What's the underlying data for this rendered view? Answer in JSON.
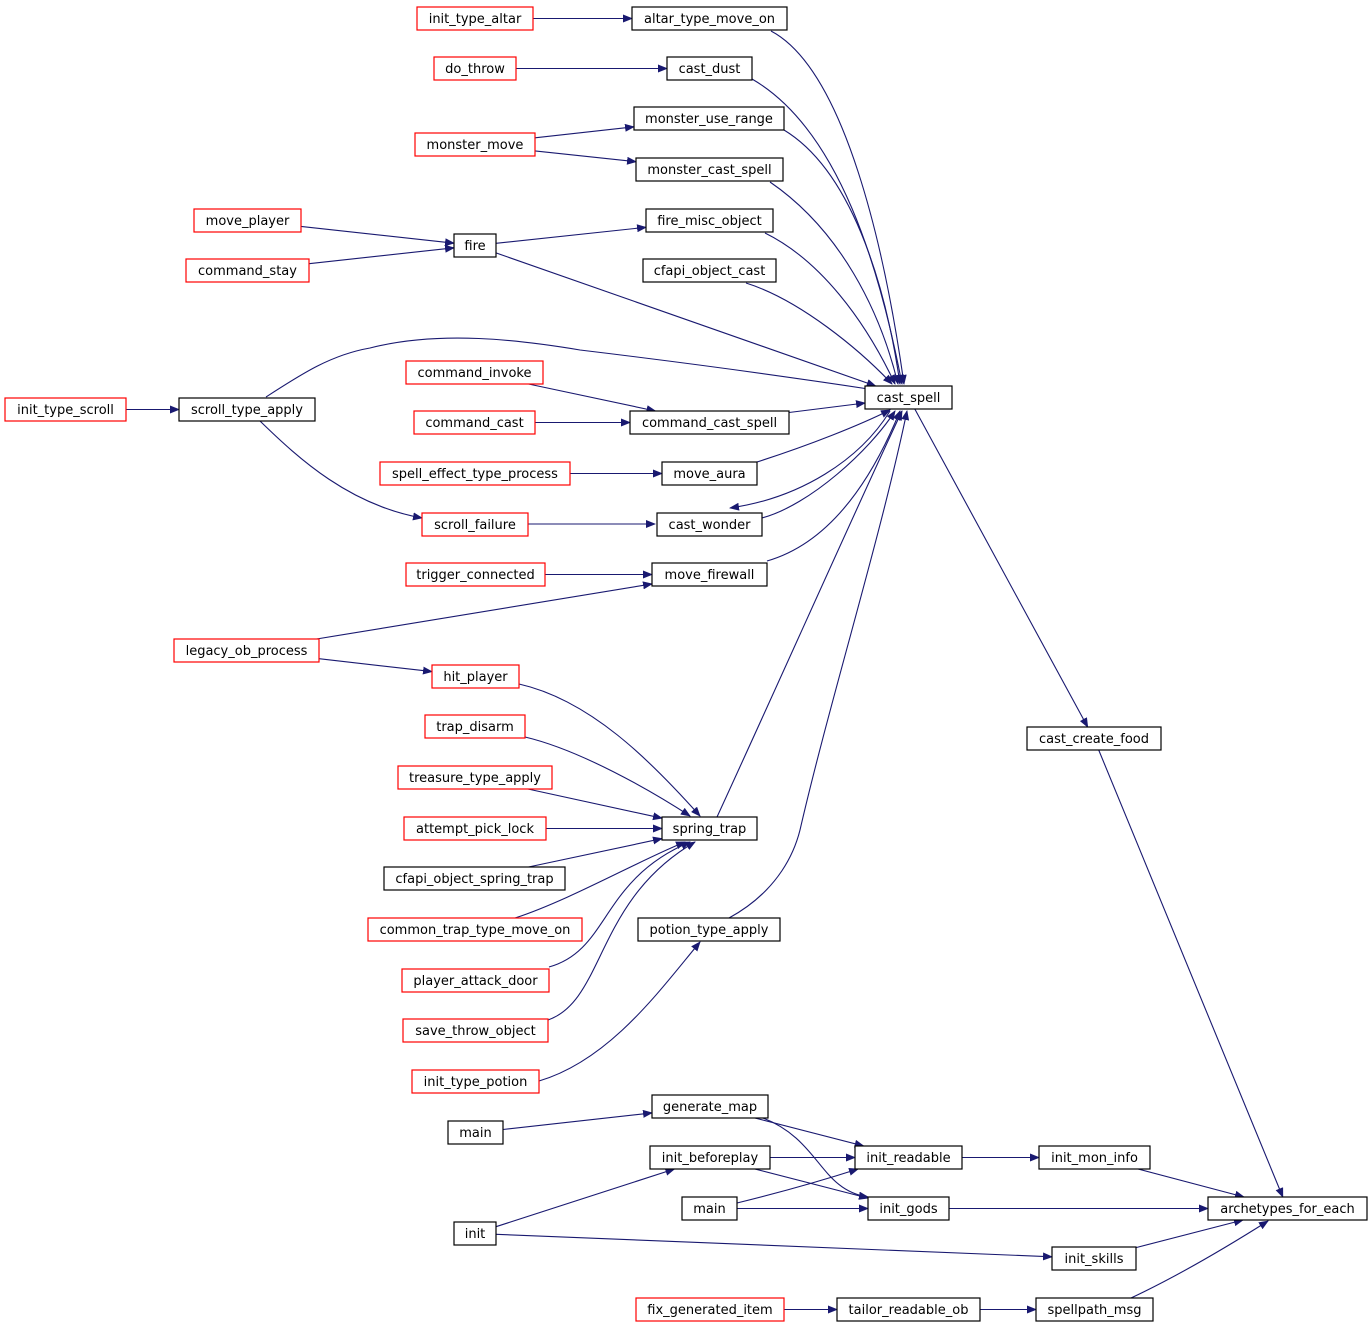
{
  "colors": {
    "edge": "#191970",
    "box_documented": "#000000",
    "box_undocumented": "#ff0000",
    "box_root_fill": "#bfbfbf"
  },
  "nodes": [
    {
      "id": "archetypes_for_each",
      "label": "archetypes_for_each",
      "style": "root"
    },
    {
      "id": "cast_create_food",
      "label": "cast_create_food",
      "style": "black"
    },
    {
      "id": "cast_spell",
      "label": "cast_spell",
      "style": "black"
    },
    {
      "id": "altar_type_move_on",
      "label": "altar_type_move_on",
      "style": "black"
    },
    {
      "id": "init_type_altar",
      "label": "init_type_altar",
      "style": "red"
    },
    {
      "id": "cast_dust",
      "label": "cast_dust",
      "style": "black"
    },
    {
      "id": "do_throw",
      "label": "do_throw",
      "style": "red"
    },
    {
      "id": "monster_use_range",
      "label": "monster_use_range",
      "style": "black"
    },
    {
      "id": "monster_move",
      "label": "monster_move",
      "style": "red"
    },
    {
      "id": "monster_cast_spell",
      "label": "monster_cast_spell",
      "style": "black"
    },
    {
      "id": "fire_misc_object",
      "label": "fire_misc_object",
      "style": "black"
    },
    {
      "id": "fire",
      "label": "fire",
      "style": "black"
    },
    {
      "id": "move_player",
      "label": "move_player",
      "style": "red"
    },
    {
      "id": "command_stay",
      "label": "command_stay",
      "style": "red"
    },
    {
      "id": "cfapi_object_cast",
      "label": "cfapi_object_cast",
      "style": "black"
    },
    {
      "id": "scroll_type_apply",
      "label": "scroll_type_apply",
      "style": "black"
    },
    {
      "id": "init_type_scroll",
      "label": "init_type_scroll",
      "style": "red"
    },
    {
      "id": "command_invoke",
      "label": "command_invoke",
      "style": "red"
    },
    {
      "id": "command_cast",
      "label": "command_cast",
      "style": "red"
    },
    {
      "id": "command_cast_spell",
      "label": "command_cast_spell",
      "style": "black"
    },
    {
      "id": "spell_effect_type_process",
      "label": "spell_effect_type_process",
      "style": "red"
    },
    {
      "id": "move_aura",
      "label": "move_aura",
      "style": "black"
    },
    {
      "id": "scroll_failure",
      "label": "scroll_failure",
      "style": "red"
    },
    {
      "id": "cast_wonder",
      "label": "cast_wonder",
      "style": "black"
    },
    {
      "id": "trigger_connected",
      "label": "trigger_connected",
      "style": "red"
    },
    {
      "id": "move_firewall",
      "label": "move_firewall",
      "style": "black"
    },
    {
      "id": "legacy_ob_process",
      "label": "legacy_ob_process",
      "style": "red"
    },
    {
      "id": "hit_player",
      "label": "hit_player",
      "style": "red"
    },
    {
      "id": "trap_disarm",
      "label": "trap_disarm",
      "style": "red"
    },
    {
      "id": "treasure_type_apply",
      "label": "treasure_type_apply",
      "style": "red"
    },
    {
      "id": "attempt_pick_lock",
      "label": "attempt_pick_lock",
      "style": "red"
    },
    {
      "id": "cfapi_object_spring_trap",
      "label": "cfapi_object_spring_trap",
      "style": "black"
    },
    {
      "id": "common_trap_type_move_on",
      "label": "common_trap_type_move_on",
      "style": "red"
    },
    {
      "id": "player_attack_door",
      "label": "player_attack_door",
      "style": "red"
    },
    {
      "id": "save_throw_object",
      "label": "save_throw_object",
      "style": "red"
    },
    {
      "id": "spring_trap",
      "label": "spring_trap",
      "style": "black"
    },
    {
      "id": "potion_type_apply",
      "label": "potion_type_apply",
      "style": "black"
    },
    {
      "id": "init_type_potion",
      "label": "init_type_potion",
      "style": "red"
    },
    {
      "id": "generate_map",
      "label": "generate_map",
      "style": "black"
    },
    {
      "id": "main_1",
      "label": "main",
      "style": "black"
    },
    {
      "id": "init_beforeplay",
      "label": "init_beforeplay",
      "style": "black"
    },
    {
      "id": "main_2",
      "label": "main",
      "style": "black"
    },
    {
      "id": "init",
      "label": "init",
      "style": "black"
    },
    {
      "id": "init_readable",
      "label": "init_readable",
      "style": "black"
    },
    {
      "id": "init_gods",
      "label": "init_gods",
      "style": "black"
    },
    {
      "id": "init_mon_info",
      "label": "init_mon_info",
      "style": "black"
    },
    {
      "id": "init_skills",
      "label": "init_skills",
      "style": "black"
    },
    {
      "id": "fix_generated_item",
      "label": "fix_generated_item",
      "style": "red"
    },
    {
      "id": "tailor_readable_ob",
      "label": "tailor_readable_ob",
      "style": "black"
    },
    {
      "id": "spellpath_msg",
      "label": "spellpath_msg",
      "style": "black"
    }
  ],
  "edges": [
    [
      "init_type_altar",
      "altar_type_move_on"
    ],
    [
      "altar_type_move_on",
      "cast_spell"
    ],
    [
      "do_throw",
      "cast_dust"
    ],
    [
      "cast_dust",
      "cast_spell"
    ],
    [
      "monster_move",
      "monster_use_range"
    ],
    [
      "monster_move",
      "monster_cast_spell"
    ],
    [
      "monster_use_range",
      "cast_spell"
    ],
    [
      "monster_cast_spell",
      "cast_spell"
    ],
    [
      "move_player",
      "fire"
    ],
    [
      "command_stay",
      "fire"
    ],
    [
      "fire",
      "fire_misc_object"
    ],
    [
      "fire",
      "cast_spell"
    ],
    [
      "fire_misc_object",
      "cast_spell"
    ],
    [
      "cfapi_object_cast",
      "cast_spell"
    ],
    [
      "scroll_type_apply",
      "cast_spell"
    ],
    [
      "init_type_scroll",
      "scroll_type_apply"
    ],
    [
      "scroll_type_apply",
      "scroll_failure"
    ],
    [
      "command_invoke",
      "command_cast_spell"
    ],
    [
      "command_cast",
      "command_cast_spell"
    ],
    [
      "command_cast_spell",
      "cast_spell"
    ],
    [
      "spell_effect_type_process",
      "move_aura"
    ],
    [
      "move_aura",
      "cast_spell"
    ],
    [
      "scroll_failure",
      "cast_wonder"
    ],
    [
      "cast_wonder",
      "cast_spell"
    ],
    [
      "cast_spell",
      "cast_wonder"
    ],
    [
      "trigger_connected",
      "move_firewall"
    ],
    [
      "legacy_ob_process",
      "move_firewall"
    ],
    [
      "move_firewall",
      "cast_spell"
    ],
    [
      "legacy_ob_process",
      "hit_player"
    ],
    [
      "hit_player",
      "spring_trap"
    ],
    [
      "trap_disarm",
      "spring_trap"
    ],
    [
      "treasure_type_apply",
      "spring_trap"
    ],
    [
      "attempt_pick_lock",
      "spring_trap"
    ],
    [
      "cfapi_object_spring_trap",
      "spring_trap"
    ],
    [
      "common_trap_type_move_on",
      "spring_trap"
    ],
    [
      "player_attack_door",
      "spring_trap"
    ],
    [
      "save_throw_object",
      "spring_trap"
    ],
    [
      "spring_trap",
      "cast_spell"
    ],
    [
      "potion_type_apply",
      "cast_spell"
    ],
    [
      "init_type_potion",
      "potion_type_apply"
    ],
    [
      "cast_spell",
      "cast_create_food"
    ],
    [
      "cast_create_food",
      "archetypes_for_each"
    ],
    [
      "main_1",
      "generate_map"
    ],
    [
      "generate_map",
      "init_readable"
    ],
    [
      "generate_map",
      "init_gods"
    ],
    [
      "init_beforeplay",
      "init_readable"
    ],
    [
      "init_beforeplay",
      "init_gods"
    ],
    [
      "main_2",
      "init_readable"
    ],
    [
      "main_2",
      "init_gods"
    ],
    [
      "init",
      "init_beforeplay"
    ],
    [
      "init",
      "init_skills"
    ],
    [
      "init_readable",
      "init_mon_info"
    ],
    [
      "init_mon_info",
      "archetypes_for_each"
    ],
    [
      "init_gods",
      "archetypes_for_each"
    ],
    [
      "init_skills",
      "archetypes_for_each"
    ],
    [
      "fix_generated_item",
      "tailor_readable_ob"
    ],
    [
      "tailor_readable_ob",
      "spellpath_msg"
    ],
    [
      "spellpath_msg",
      "archetypes_for_each"
    ]
  ]
}
